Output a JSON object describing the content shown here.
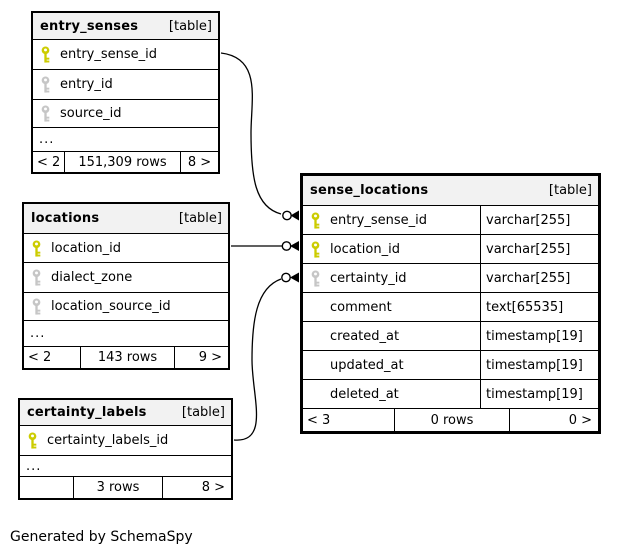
{
  "diagram": {
    "note": "Generated by SchemaSpy"
  },
  "colors": {
    "primary_key": "#cccc00",
    "foreign_key": "#c6c6c6",
    "header_bg": "#f2f2f2",
    "border": "#000000"
  },
  "tables": {
    "entry_senses": {
      "title": "entry_senses",
      "badge": "[table]",
      "columns": [
        {
          "name": "entry_sense_id",
          "key": "primary"
        },
        {
          "name": "entry_id",
          "key": "foreign"
        },
        {
          "name": "source_id",
          "key": "foreign"
        }
      ],
      "ellipsis": "...",
      "footer": {
        "parents": "< 2",
        "rows": "151,309 rows",
        "children": "8 >"
      }
    },
    "locations": {
      "title": "locations",
      "badge": "[table]",
      "columns": [
        {
          "name": "location_id",
          "key": "primary"
        },
        {
          "name": "dialect_zone",
          "key": "foreign"
        },
        {
          "name": "location_source_id",
          "key": "foreign"
        }
      ],
      "ellipsis": "...",
      "footer": {
        "parents": "< 2",
        "rows": "143 rows",
        "children": "9 >"
      }
    },
    "certainty_labels": {
      "title": "certainty_labels",
      "badge": "[table]",
      "columns": [
        {
          "name": "certainty_labels_id",
          "key": "primary"
        }
      ],
      "ellipsis": "...",
      "footer": {
        "parents": "",
        "rows": "3 rows",
        "children": "8 >"
      }
    },
    "sense_locations": {
      "title": "sense_locations",
      "badge": "[table]",
      "columns": [
        {
          "name": "entry_sense_id",
          "type": "varchar[255]",
          "key": "primary"
        },
        {
          "name": "location_id",
          "type": "varchar[255]",
          "key": "primary"
        },
        {
          "name": "certainty_id",
          "type": "varchar[255]",
          "key": "foreign"
        },
        {
          "name": "comment",
          "type": "text[65535]",
          "key": "none"
        },
        {
          "name": "created_at",
          "type": "timestamp[19]",
          "key": "none"
        },
        {
          "name": "updated_at",
          "type": "timestamp[19]",
          "key": "none"
        },
        {
          "name": "deleted_at",
          "type": "timestamp[19]",
          "key": "none"
        }
      ],
      "footer": {
        "parents": "< 3",
        "rows": "0 rows",
        "children": "0 >"
      }
    }
  },
  "relationships": [
    {
      "from": "entry_senses.entry_sense_id",
      "to": "sense_locations.entry_sense_id"
    },
    {
      "from": "locations.location_id",
      "to": "sense_locations.location_id"
    },
    {
      "from": "certainty_labels.certainty_labels_id",
      "to": "sense_locations.certainty_id"
    }
  ]
}
